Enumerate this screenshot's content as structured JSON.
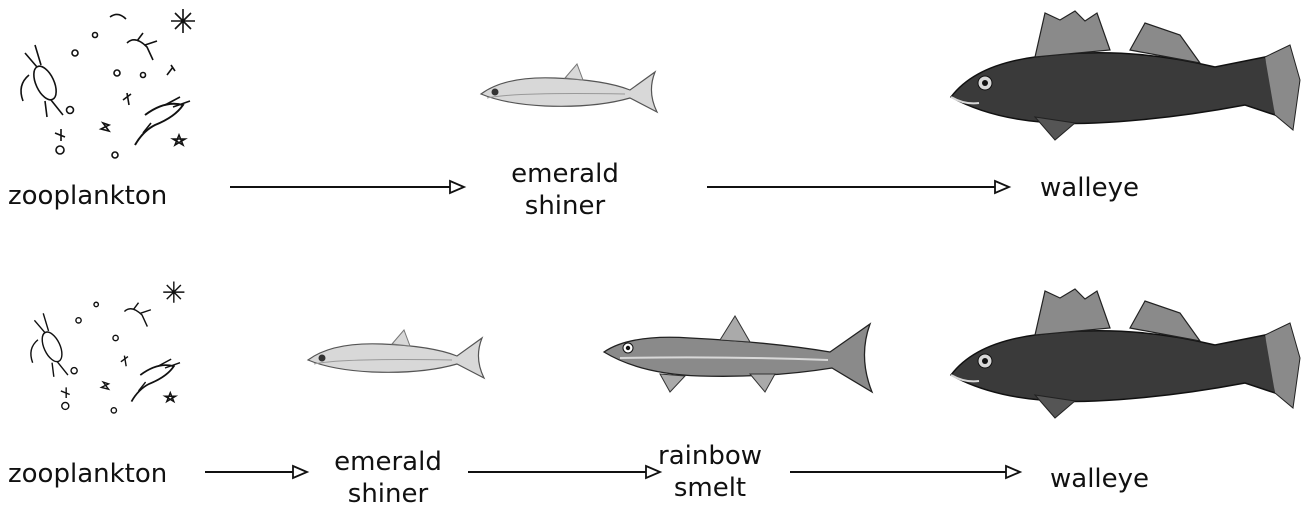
{
  "rows": [
    {
      "nodes": [
        {
          "lines": [
            "zooplankton"
          ]
        },
        {
          "lines": [
            "emerald",
            "shiner"
          ]
        },
        {
          "lines": [
            "walleye"
          ]
        }
      ]
    },
    {
      "nodes": [
        {
          "lines": [
            "zooplankton"
          ]
        },
        {
          "lines": [
            "emerald",
            "shiner"
          ]
        },
        {
          "lines": [
            "rainbow",
            "smelt"
          ]
        },
        {
          "lines": [
            "walleye"
          ]
        }
      ]
    }
  ],
  "colors": {
    "ink": "#111111",
    "fish_dark": "#3a3a3a",
    "fish_mid": "#8a8a8a",
    "fish_light": "#d8d8d8"
  }
}
